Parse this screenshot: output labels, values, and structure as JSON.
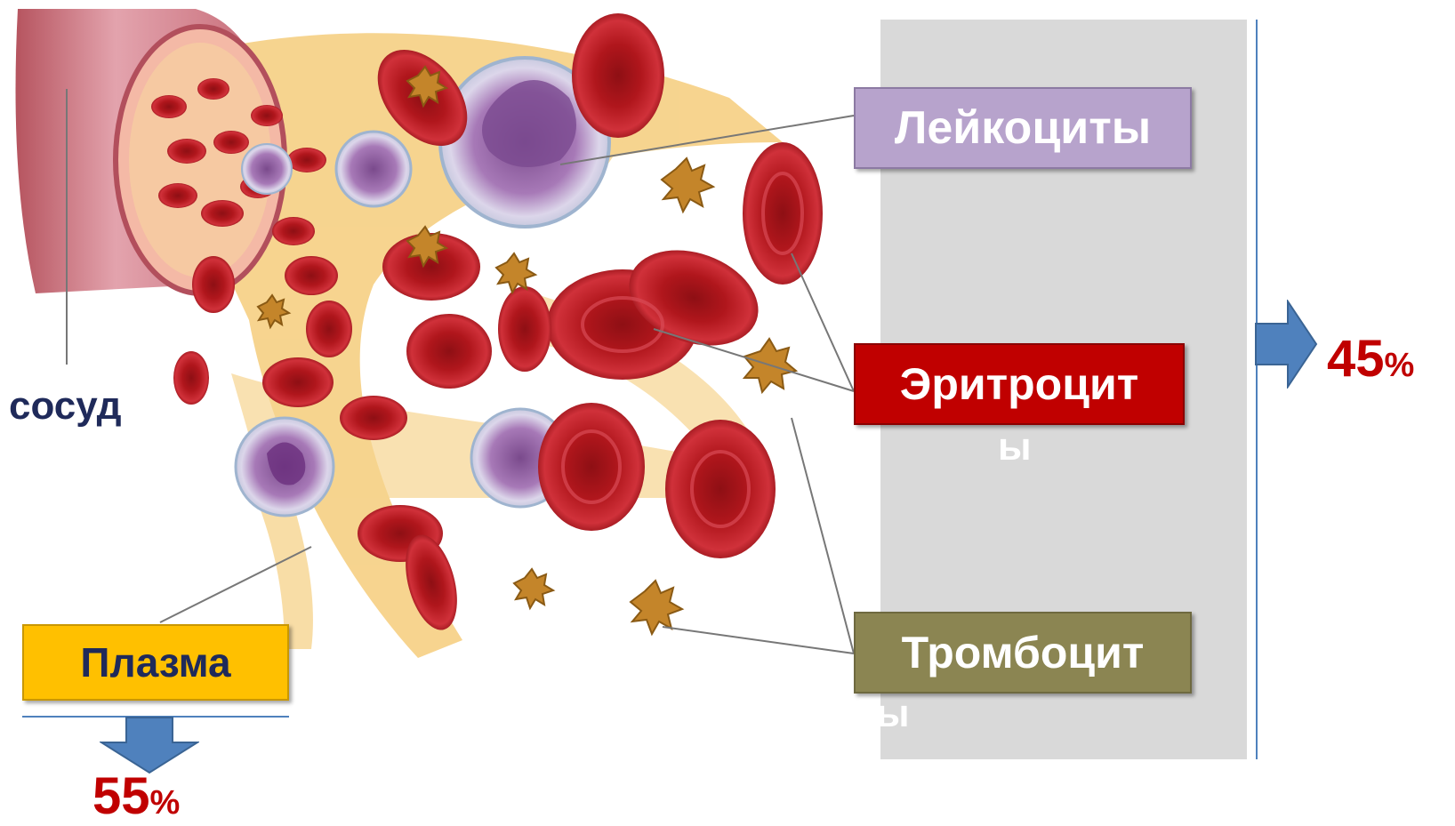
{
  "labels": {
    "vessel": "сосуд",
    "leukocytes": "Лейкоциты",
    "erythrocytes_line1": "Эритроцит",
    "erythrocytes_line2": "ы",
    "thrombocytes_line1": "Тромбоцит",
    "thrombocytes_line2": "ы",
    "plasma": "Плазма"
  },
  "percentages": {
    "cells_value": "45",
    "plasma_value": "55",
    "sign": "%"
  },
  "colors": {
    "leukocytes_box": "#b7a3cc",
    "erythrocytes_box": "#c00000",
    "thrombocytes_box": "#8b8552",
    "plasma_box": "#ffc000",
    "panel": "#d9d9d9",
    "arrow": "#4f81bd",
    "percent_text": "#c00000",
    "vessel_text": "#1f2a5a"
  },
  "icons": {
    "cells_arrow": "arrow-right-icon",
    "plasma_arrow": "arrow-down-icon"
  }
}
